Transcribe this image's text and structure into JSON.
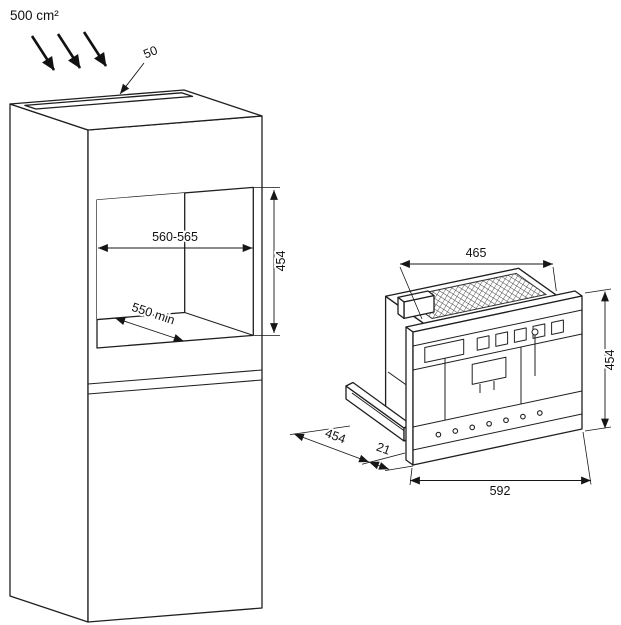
{
  "style": {
    "background": "#ffffff",
    "line_color": "#1f1f1f",
    "text_color": "#111111"
  },
  "cabinet": {
    "vent_area": "500 cm²",
    "vent_slot_depth": "50",
    "niche_width": "560-565",
    "niche_height": "454",
    "niche_depth": "550 min"
  },
  "appliance": {
    "top_width": "465",
    "height": "454",
    "depth": "454",
    "front_overhang": "21",
    "front_width": "592"
  }
}
